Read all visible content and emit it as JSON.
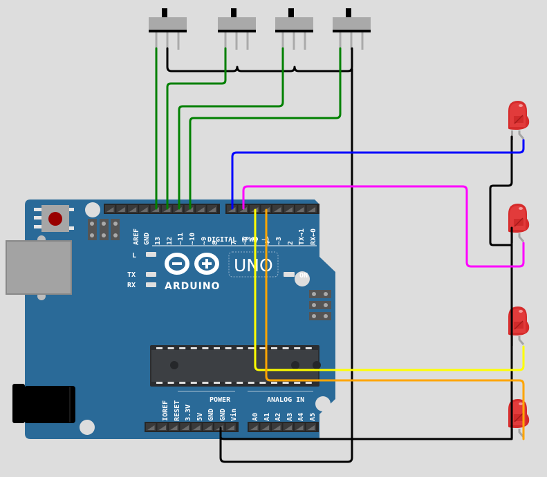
{
  "canvas": {
    "background": "#dddddd"
  },
  "board": {
    "name": "Arduino Uno",
    "brand": "ARDUINO",
    "model": "UNO",
    "color": "#2a6a98",
    "labels": {
      "digital": "DIGITAL (PWM ~)",
      "power": "POWER",
      "analog": "ANALOG IN",
      "led_l": "L",
      "led_tx": "TX",
      "led_rx": "RX",
      "led_on": "ON"
    },
    "digital_pins": [
      "AREF",
      "GND",
      "13",
      "12",
      "~11",
      "~10",
      "~9",
      "8",
      "7",
      "~6",
      "~5",
      "4",
      "~3",
      "2",
      "TX→1",
      "RX←0"
    ],
    "power_pins": [
      "IOREF",
      "RESET",
      "3.3V",
      "5V",
      "GND",
      "GND",
      "Vin"
    ],
    "analog_pins": [
      "A0",
      "A1",
      "A2",
      "A3",
      "A4",
      "A5"
    ]
  },
  "switches": [
    {
      "name": "slide-switch-1",
      "connected_pin": "13"
    },
    {
      "name": "slide-switch-2",
      "connected_pin": "12"
    },
    {
      "name": "slide-switch-3",
      "connected_pin": "11"
    },
    {
      "name": "slide-switch-4",
      "connected_pin": "10"
    }
  ],
  "leds": [
    {
      "name": "led-1",
      "color": "red",
      "connected_pin": "7"
    },
    {
      "name": "led-2",
      "color": "red",
      "connected_pin": "6"
    },
    {
      "name": "led-3",
      "color": "red",
      "connected_pin": "5"
    },
    {
      "name": "led-4",
      "color": "red",
      "connected_pin": "4"
    }
  ],
  "wires": [
    {
      "name": "wire-switch1-pin13",
      "color": "#008000"
    },
    {
      "name": "wire-switch2-pin12",
      "color": "#008000"
    },
    {
      "name": "wire-switch3-pin11",
      "color": "#008000"
    },
    {
      "name": "wire-switch4-pin10",
      "color": "#008000"
    },
    {
      "name": "wire-led1-pin7",
      "color": "#0000ff"
    },
    {
      "name": "wire-led2-pin6",
      "color": "#ff00ff"
    },
    {
      "name": "wire-led3-pin5",
      "color": "#ffff00"
    },
    {
      "name": "wire-led4-pin4",
      "color": "#ffa500"
    },
    {
      "name": "wire-ground",
      "color": "#000000"
    }
  ]
}
